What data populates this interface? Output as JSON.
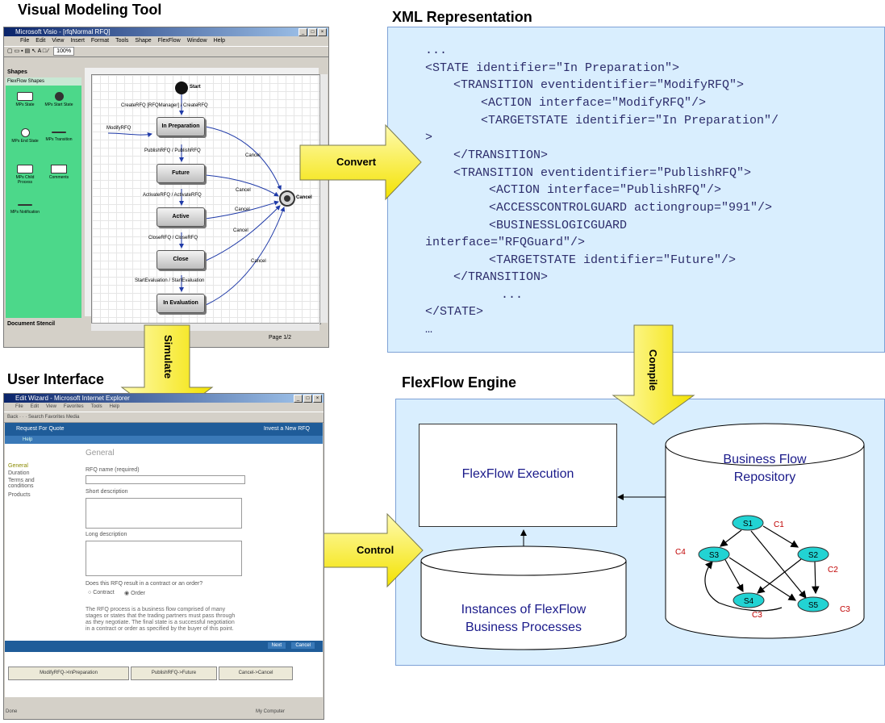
{
  "titles": {
    "modeling": "Visual Modeling Tool",
    "xml": "XML Representation",
    "ui": "User Interface",
    "engine": "FlexFlow Engine"
  },
  "arrows": {
    "convert": "Convert",
    "simulate": "Simulate",
    "compile": "Compile",
    "control": "Control"
  },
  "visio": {
    "window_title": "Microsoft Visio - [rfqNormal RFQ]",
    "menus": [
      "File",
      "Edit",
      "View",
      "Insert",
      "Format",
      "Tools",
      "Shape",
      "FlexFlow",
      "Window",
      "Help"
    ],
    "zoom": "100%",
    "stencil_header": "Shapes",
    "stencil_name": "FlexFlow Shapes",
    "stencil_footer": "Document Stencil",
    "stencil_items": [
      "MPs State",
      "MPs Start State",
      "MPs End State",
      "MPs Transition",
      "MPs Child Process",
      "Comments",
      "MPs Notification"
    ],
    "states": [
      "In Preparation",
      "Future",
      "Active",
      "Close",
      "In Evaluation"
    ],
    "start_label": "Start",
    "cancel_label": "Cancel",
    "transitions": {
      "create": "CreateRFQ [RFQManager] / CreateRFQ",
      "modify": "ModifyRFQ",
      "publish": "PublishRFQ / PublishRFQ",
      "activate": "ActivateRFQ / ActivateRFQ",
      "close": "CloseRFQ / CloseRFQ",
      "start_eval": "StartEvaluation / StartEvaluation",
      "cancel": "Cancel"
    },
    "page_status": "Page 1/2"
  },
  "xml_lines": [
    "...",
    "<STATE identifier=\"In Preparation\">",
    "<TRANSITION eventidentifier=\"ModifyRFQ\">",
    "<ACTION interface=\"ModifyRFQ\"/>",
    "<TARGETSTATE identifier=\"In Preparation\"/",
    ">",
    "</TRANSITION>",
    "<TRANSITION eventidentifier=\"PublishRFQ\">",
    "<ACTION interface=\"PublishRFQ\"/>",
    "<ACCESSCONTROLGUARD actiongroup=\"991\"/>",
    "<BUSINESSLOGICGUARD",
    "interface=\"RFQGuard\"/>",
    "<TARGETSTATE identifier=\"Future\"/>",
    "</TRANSITION>",
    "...",
    "</STATE>",
    "…"
  ],
  "engine": {
    "execution": "FlexFlow Execution",
    "repository_line1": "Business Flow",
    "repository_line2": "Repository",
    "instances_line1": "Instances of FlexFlow",
    "instances_line2": "Business Processes",
    "nodes": [
      "S1",
      "S2",
      "S3",
      "S4",
      "S5"
    ],
    "conditions": [
      "C1",
      "C2",
      "C3",
      "C3",
      "C4"
    ],
    "node_color": "#22d3d3",
    "condition_color": "#c00000"
  },
  "browser": {
    "window_title": "Edit Wizard - Microsoft Internet Explorer",
    "menus": [
      "File",
      "Edit",
      "View",
      "Favorites",
      "Tools",
      "Help"
    ],
    "toolbar": "Back  ·  ·  ·  Search  Favorites  Media",
    "page_header": "Request For Quote",
    "header_right": "Invest a New RFQ",
    "subheader": "Help",
    "section_title": "General",
    "nav_items": [
      "General",
      "Duration",
      "Terms and conditions",
      "Products"
    ],
    "name_label": "RFQ name (required)",
    "short_desc_label": "Short description",
    "long_desc_label": "Long description",
    "question": "Does this RFQ result in a contract or an order?",
    "radio_contract": "Contract",
    "radio_order": "Order",
    "help_text": "The RFQ process is a business flow comprised of many stages or states that the trading partners must pass through as they negotiate. The final state is a successful negotiation in a contract or order as specified by the buyer of this point.",
    "next_button": "Next",
    "cancel_button": "Cancel",
    "bottom_buttons": [
      "ModifyRFQ->InPreparation",
      "PublishRFQ->Future",
      "Cancel->Cancel"
    ],
    "status_left": "Done",
    "status_right": "My Computer"
  }
}
